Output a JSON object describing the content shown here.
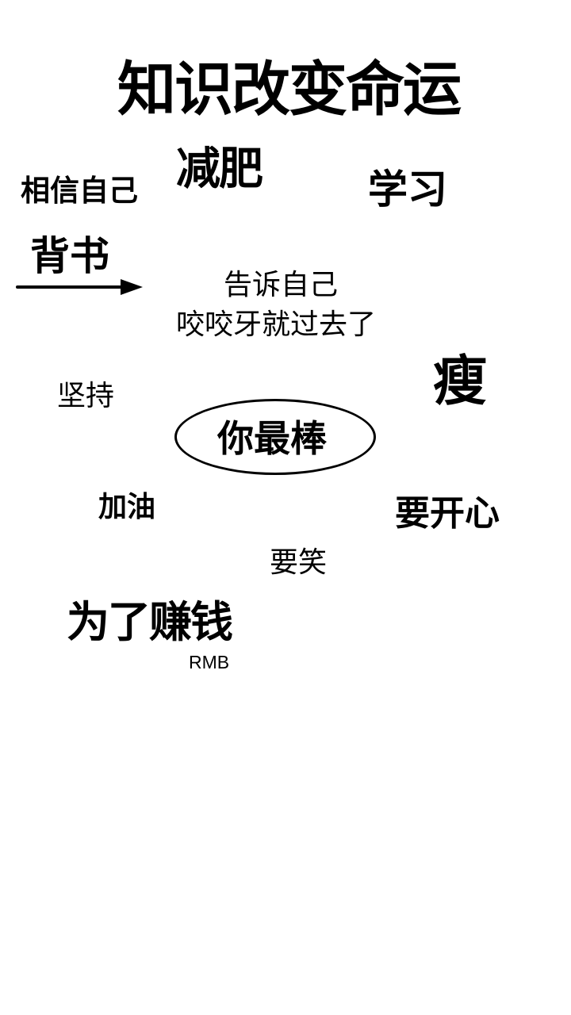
{
  "title": "知识改变命运",
  "words": {
    "xiangxin": "相信自己",
    "jianfei": "减肥",
    "xuexi": "学习",
    "beishu": "背书",
    "gaosu": "告诉自己",
    "yaoya": "咬咬牙就过去了",
    "shou": "瘦",
    "jianchi": "坚持",
    "nizuibang": "你最棒",
    "jiayou": "加油",
    "kaixin": "要开心",
    "yaoxiao": "要笑",
    "zhuanqian": "为了赚钱",
    "rmb": "RMB"
  },
  "icons": {
    "arrow": "arrow-right-icon"
  }
}
